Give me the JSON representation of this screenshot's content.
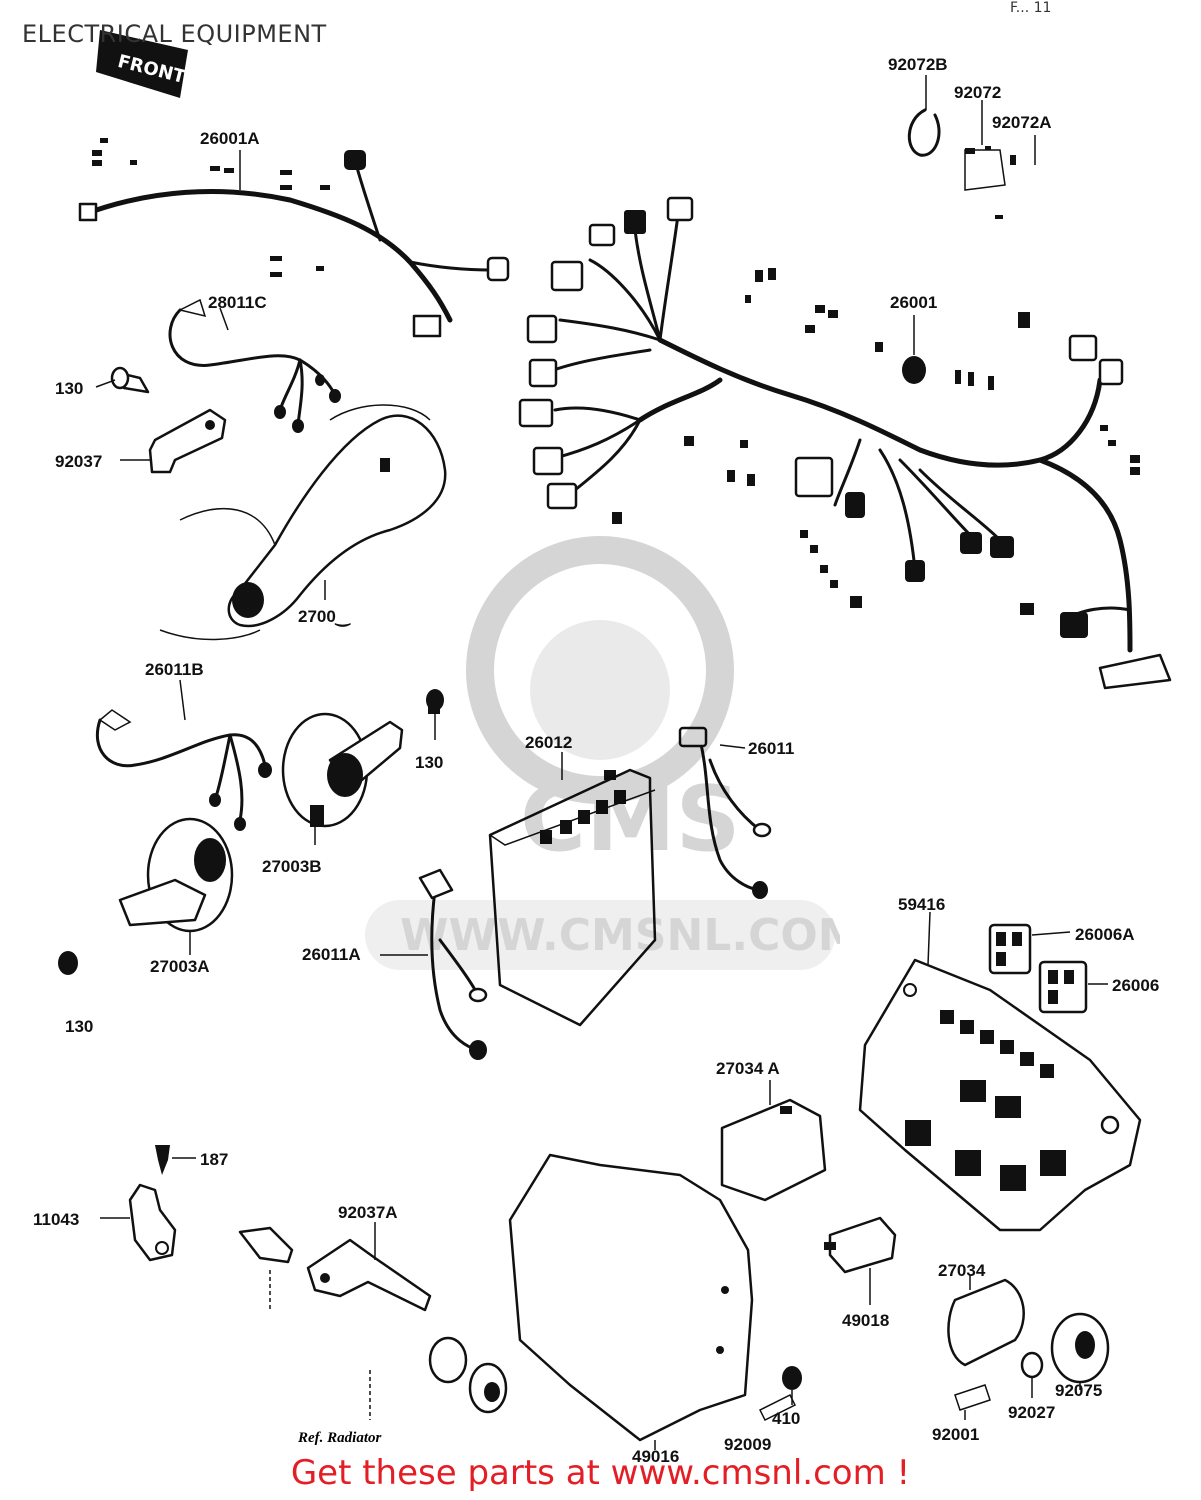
{
  "page": {
    "title": "ELECTRICAL EQUIPMENT",
    "ref": "F... 11",
    "footer_cta": "Get these parts at www.cmsnl.com !",
    "front_tag": "FRONT"
  },
  "watermark": {
    "text": "WWW.CMSNL.COM",
    "logo_text": "CMS"
  },
  "callouts": [
    {
      "id": "92072B",
      "label": "92072B"
    },
    {
      "id": "92072",
      "label": "92072"
    },
    {
      "id": "92072A",
      "label": "92072A"
    },
    {
      "id": "26001A",
      "label": "26001A"
    },
    {
      "id": "26001",
      "label": "26001"
    },
    {
      "id": "28011C",
      "label": "28011C"
    },
    {
      "id": "130a",
      "label": "130"
    },
    {
      "id": "92037",
      "label": "92037"
    },
    {
      "id": "2700x",
      "label": "2700‿"
    },
    {
      "id": "26011B",
      "label": "26011B"
    },
    {
      "id": "130b",
      "label": "130"
    },
    {
      "id": "26012",
      "label": "26012"
    },
    {
      "id": "26011",
      "label": "26011"
    },
    {
      "id": "27003B",
      "label": "27003B"
    },
    {
      "id": "27003A",
      "label": "27003A"
    },
    {
      "id": "26011A",
      "label": "26011A"
    },
    {
      "id": "130c",
      "label": "130"
    },
    {
      "id": "59416",
      "label": "59416"
    },
    {
      "id": "26006A",
      "label": "26006A"
    },
    {
      "id": "26006",
      "label": "26006"
    },
    {
      "id": "27034A",
      "label": "27034 A"
    },
    {
      "id": "187",
      "label": "187"
    },
    {
      "id": "11043",
      "label": "11043"
    },
    {
      "id": "92037A",
      "label": "92037A"
    },
    {
      "id": "49018",
      "label": "49018"
    },
    {
      "id": "27034",
      "label": "27034"
    },
    {
      "id": "410",
      "label": "410"
    },
    {
      "id": "92075",
      "label": "92075"
    },
    {
      "id": "92027",
      "label": "92027"
    },
    {
      "id": "92001",
      "label": "92001"
    },
    {
      "id": "49016",
      "label": "49016"
    },
    {
      "id": "92009",
      "label": "92009"
    },
    {
      "id": "ref_radiator",
      "label": "Ref. Radiator"
    }
  ],
  "colors": {
    "footer": "#e31e24",
    "ink": "#111111",
    "watermark": "#000000"
  }
}
